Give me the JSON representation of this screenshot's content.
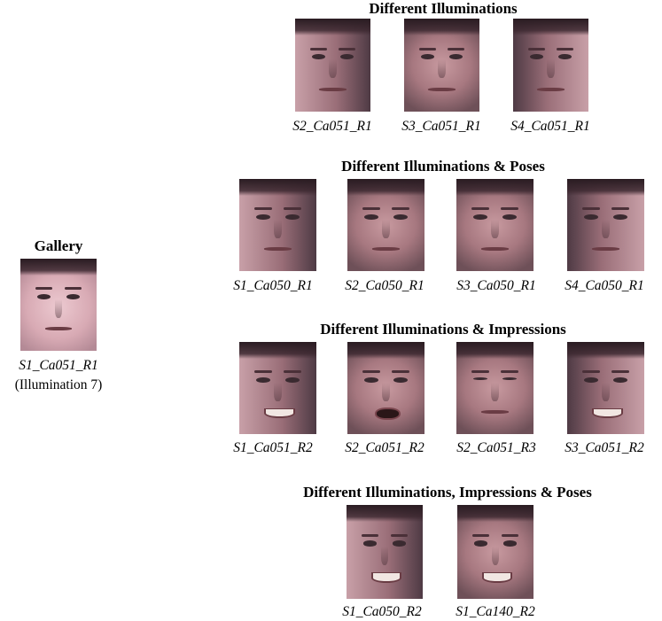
{
  "gallery": {
    "title": "Gallery",
    "label": "S1_Ca051_R1",
    "sublabel": "(Illumination 7)"
  },
  "sections": [
    {
      "title": "Different Illuminations",
      "images": [
        {
          "label": "S2_Ca051_R1"
        },
        {
          "label": "S3_Ca051_R1"
        },
        {
          "label": "S4_Ca051_R1"
        }
      ]
    },
    {
      "title": "Different Illuminations & Poses",
      "images": [
        {
          "label": "S1_Ca050_R1"
        },
        {
          "label": "S2_Ca050_R1"
        },
        {
          "label": "S3_Ca050_R1"
        },
        {
          "label": "S4_Ca050_R1"
        }
      ]
    },
    {
      "title": "Different Illuminations & Impressions",
      "images": [
        {
          "label": "S1_Ca051_R2"
        },
        {
          "label": "S2_Ca051_R2"
        },
        {
          "label": "S2_Ca051_R3"
        },
        {
          "label": "S3_Ca051_R2"
        }
      ]
    },
    {
      "title": "Different Illuminations, Impressions & Poses",
      "images": [
        {
          "label": "S1_Ca050_R2"
        },
        {
          "label": "S1_Ca140_R2"
        }
      ]
    }
  ]
}
